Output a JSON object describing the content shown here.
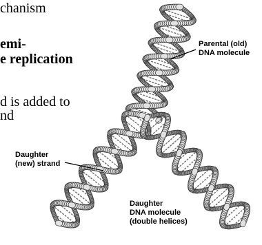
{
  "text": {
    "line1": "chanism",
    "line2": "emi-",
    "line3": "e replication",
    "line4": "d is added to",
    "line5": "nd"
  },
  "labels": {
    "parental_line1": "Parental (old)",
    "parental_line2": "DNA molecule",
    "daughter_strand_line1": "Daughter",
    "daughter_strand_line2": "(new) strand",
    "daughter_molecule_line1": "Daughter",
    "daughter_molecule_line2": "DNA molecule",
    "daughter_molecule_line3": "(double helices)"
  },
  "colors": {
    "backbone_dark": "#3a3a3a",
    "backbone_mid": "#9a9a9a",
    "backbone_light": "#e2e2e2",
    "rung": "#6e6e6e"
  }
}
